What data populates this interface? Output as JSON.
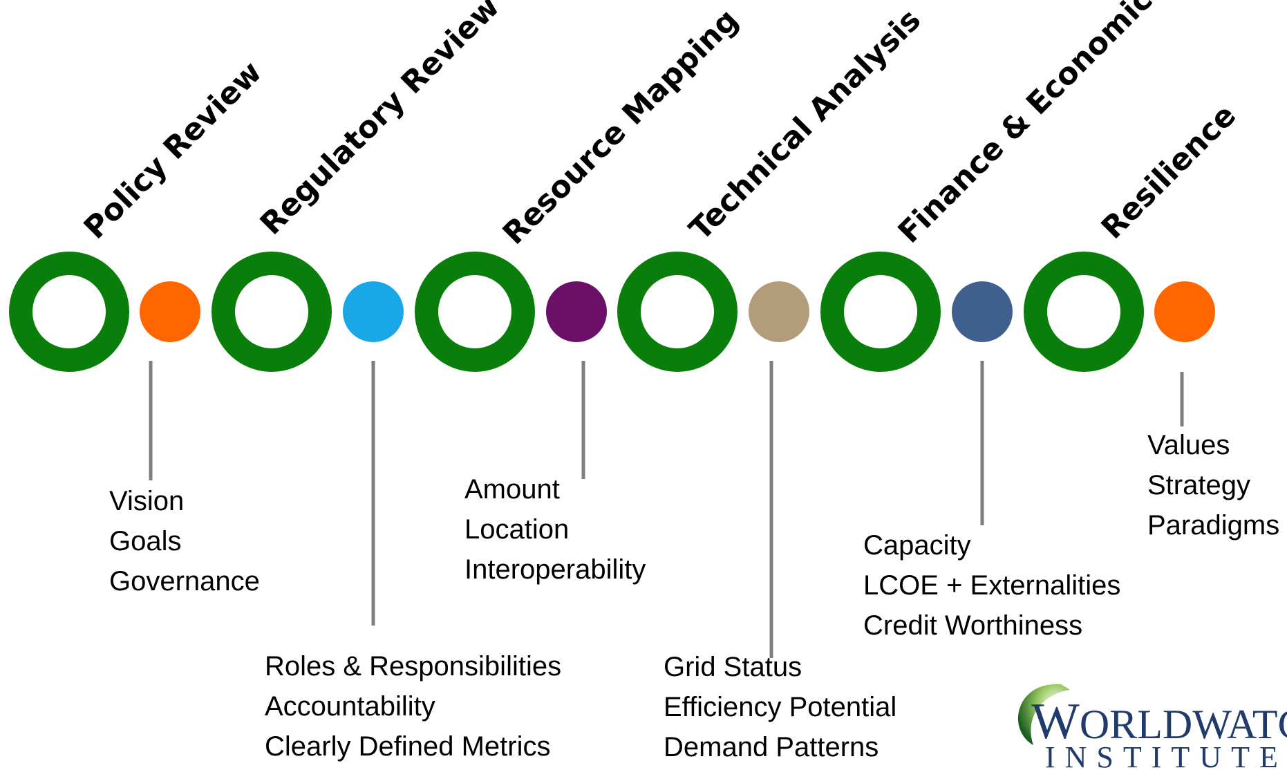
{
  "colors": {
    "ring": "#0a7e0a",
    "connector": "#7f7f7f",
    "text": "#000000",
    "logo_text": "#1f3a6b",
    "logo_swoosh": "#2e7d32"
  },
  "stages": [
    {
      "id": "policy",
      "title": "Policy Review",
      "dot_color": "#ff6600",
      "items": [
        "Vision",
        "Goals",
        "Governance"
      ]
    },
    {
      "id": "regulatory",
      "title": "Regulatory Review",
      "dot_color": "#1aa7e8",
      "items": [
        "Roles & Responsibilities",
        "Accountability",
        "Clearly Defined Metrics"
      ]
    },
    {
      "id": "resource",
      "title": "Resource Mapping",
      "dot_color": "#6b0f68",
      "items": [
        "Amount",
        "Location",
        "Interoperability"
      ]
    },
    {
      "id": "technical",
      "title": "Technical Analysis",
      "dot_color": "#b39c7a",
      "items": [
        "Grid Status",
        "Efficiency Potential",
        "Demand Patterns"
      ]
    },
    {
      "id": "finance",
      "title": "Finance & Economics",
      "dot_color": "#3f5f8f",
      "items": [
        "Capacity",
        "LCOE + Externalities",
        "Credit Worthiness"
      ]
    },
    {
      "id": "resilience",
      "title": "Resilience",
      "dot_color": "#ff6600",
      "items": [
        "Values",
        "Strategy",
        "Paradigms"
      ]
    }
  ],
  "logo": {
    "line1_initial": "W",
    "line1_rest": "ORLDWATCH",
    "line2": "INSTITUTE"
  }
}
